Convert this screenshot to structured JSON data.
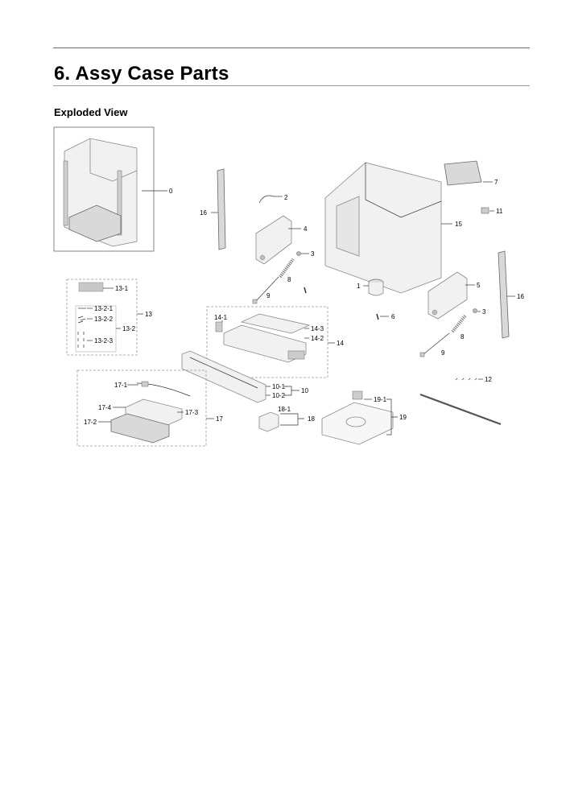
{
  "header": {
    "title": "6.  Assy Case Parts",
    "subtitle": "Exploded View"
  },
  "callouts": {
    "c0": "0",
    "c1": "1",
    "c2": "2",
    "c3a": "3",
    "c3b": "3",
    "c4": "4",
    "c5": "5",
    "c6": "6",
    "c7": "7",
    "c8a": "8",
    "c8b": "8",
    "c9a": "9",
    "c9b": "9",
    "c10": "10",
    "c10_1": "10-1",
    "c10_2": "10-2",
    "c11": "11",
    "c12": "12",
    "c13": "13",
    "c13_1": "13-1",
    "c13_2": "13-2",
    "c13_2_1": "13-2-1",
    "c13_2_2": "13-2-2",
    "c13_2_3": "13-2-3",
    "c14": "14",
    "c14_1": "14-1",
    "c14_2": "14-2",
    "c14_3": "14-3",
    "c15": "15",
    "c16a": "16",
    "c16b": "16",
    "c17": "17",
    "c17_1": "17-1",
    "c17_2": "17-2",
    "c17_3": "17-3",
    "c17_4": "17-4",
    "c18": "18",
    "c18_1": "18-1",
    "c19": "19",
    "c19_1": "19-1"
  }
}
